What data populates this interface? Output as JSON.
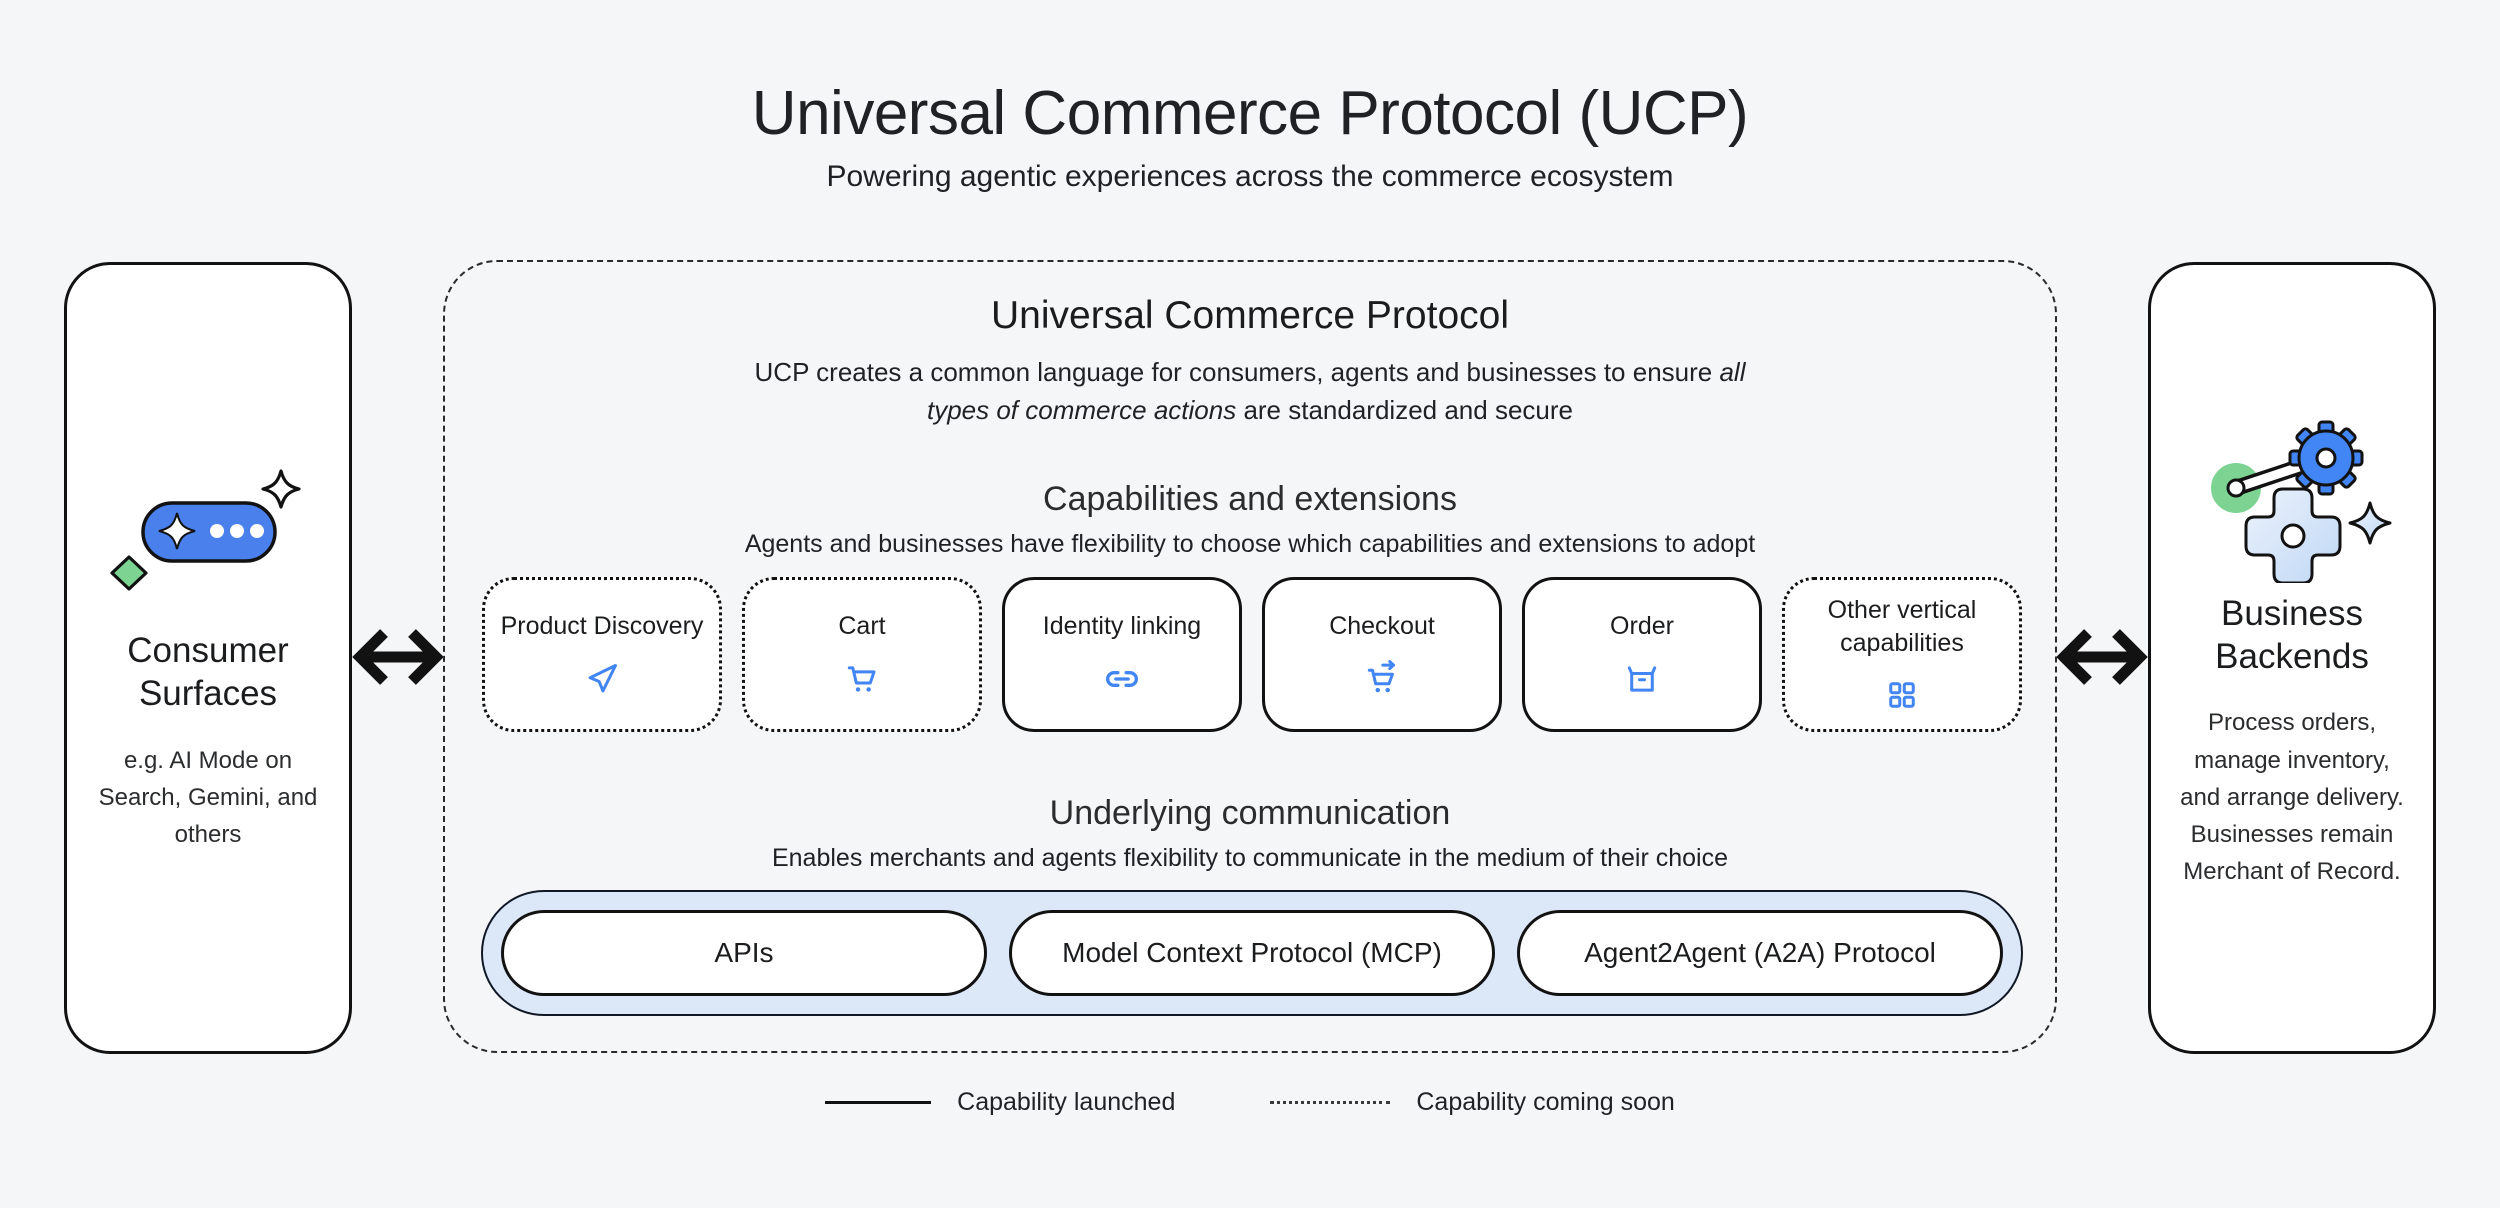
{
  "page": {
    "title": "Universal Commerce Protocol (UCP)",
    "subtitle": "Powering agentic experiences across the commerce ecosystem"
  },
  "consumer_surfaces": {
    "title": "Consumer Surfaces",
    "description": "e.g. AI Mode on Search, Gemini, and others",
    "icon": "ai-chat-pill-icon"
  },
  "business_backends": {
    "title": "Business Backends",
    "description": "Process orders, manage inventory, and arrange delivery. Businesses remain Merchant of Record.",
    "icon": "gears-automation-icon"
  },
  "ucp_container": {
    "title": "Universal Commerce Protocol",
    "description_prefix": "UCP creates a common language for consumers, agents and businesses to ensure ",
    "description_italic": "all types of commerce actions",
    "description_suffix": " are standardized and secure",
    "capabilities_section": {
      "title": "Capabilities and extensions",
      "subtitle": "Agents and businesses have flexibility to choose which capabilities and extensions to adopt",
      "items": [
        {
          "label": "Product Discovery",
          "status": "coming-soon",
          "icon": "send-icon"
        },
        {
          "label": "Cart",
          "status": "coming-soon",
          "icon": "shopping-cart-icon"
        },
        {
          "label": "Identity linking",
          "status": "launched",
          "icon": "link-icon"
        },
        {
          "label": "Checkout",
          "status": "launched",
          "icon": "checkout-cart-icon"
        },
        {
          "label": "Order",
          "status": "launched",
          "icon": "order-box-icon"
        },
        {
          "label": "Other vertical capabilities",
          "status": "coming-soon",
          "icon": "grid-icon"
        }
      ]
    },
    "communication_section": {
      "title": "Underlying communication",
      "subtitle": "Enables merchants and agents flexibility to communicate in the medium of their choice",
      "protocols": [
        {
          "label": "APIs"
        },
        {
          "label": "Model Context Protocol (MCP)"
        },
        {
          "label": "Agent2Agent (A2A) Protocol"
        }
      ]
    }
  },
  "legend": {
    "launched_label": "Capability launched",
    "coming_soon_label": "Capability coming soon"
  },
  "colors": {
    "accent_blue": "#4285F4",
    "pill_blue": "#4A80EC",
    "band_blue": "#DCE8F8",
    "icon_light_blue": "#C9DEF6",
    "green": "#7DD492",
    "ink": "#121212",
    "background": "#F5F6F8"
  }
}
